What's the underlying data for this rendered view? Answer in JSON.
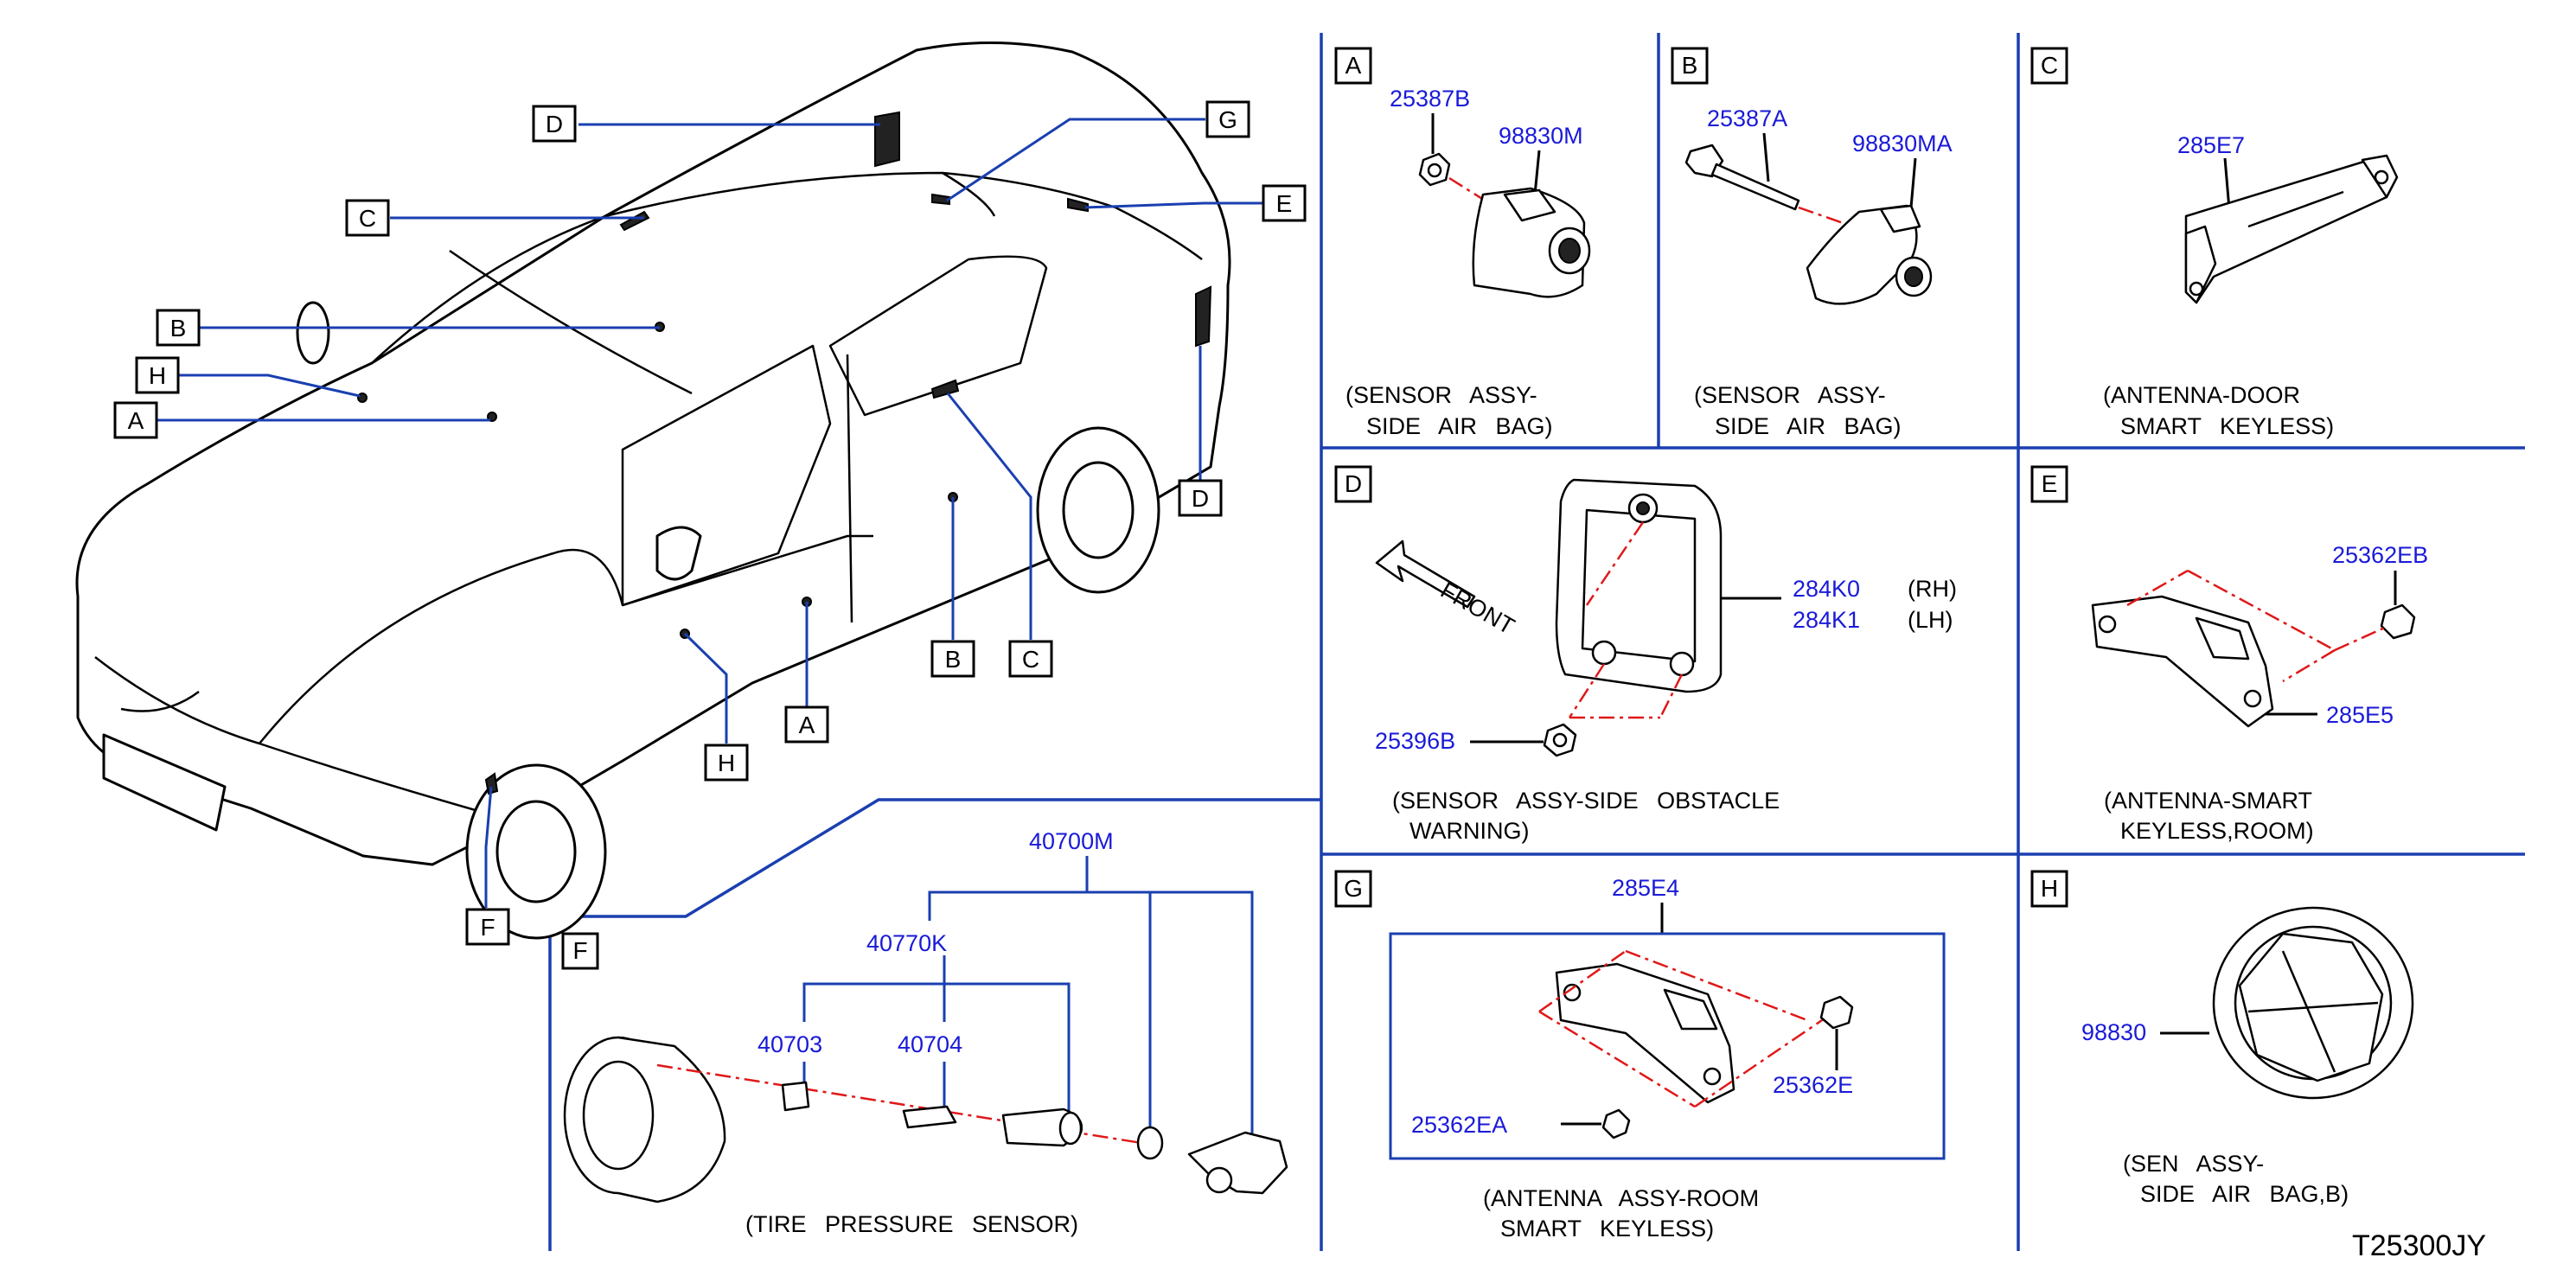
{
  "callouts": {
    "a": "A",
    "b": "B",
    "c": "C",
    "d": "D",
    "e": "E",
    "f": "F",
    "g": "G",
    "h": "H"
  },
  "panels": {
    "A": {
      "letter": "A",
      "parts": [
        "25387B",
        "98830M"
      ],
      "caption": [
        "(SENSOR ASSY-",
        "SIDE AIR BAG)"
      ]
    },
    "B": {
      "letter": "B",
      "parts": [
        "25387A",
        "98830MA"
      ],
      "caption": [
        "(SENSOR ASSY-",
        "SIDE AIR BAG)"
      ]
    },
    "C": {
      "letter": "C",
      "parts": [
        "285E7"
      ],
      "caption": [
        "(ANTENNA-DOOR",
        "SMART KEYLESS)"
      ]
    },
    "D": {
      "letter": "D",
      "parts": [
        "284K0",
        "284K1",
        "25396B"
      ],
      "sides": [
        "(RH)",
        "(LH)"
      ],
      "front": "FRONT",
      "caption": [
        "(SENSOR ASSY-SIDE OBSTACLE",
        "WARNING)"
      ]
    },
    "E": {
      "letter": "E",
      "parts": [
        "25362EB",
        "285E5"
      ],
      "caption": [
        "(ANTENNA-SMART",
        "KEYLESS,ROOM)"
      ]
    },
    "F": {
      "letter": "F",
      "parts": [
        "40700M",
        "40770K",
        "40703",
        "40704"
      ],
      "caption": [
        "(TIRE PRESSURE SENSOR)"
      ]
    },
    "G": {
      "letter": "G",
      "parts": [
        "285E4",
        "25362E",
        "25362EA"
      ],
      "caption": [
        "(ANTENNA ASSY-ROOM",
        "SMART KEYLESS)"
      ]
    },
    "H": {
      "letter": "H",
      "parts": [
        "98830"
      ],
      "caption": [
        "(SEN ASSY-",
        "SIDE AIR BAG,B)"
      ]
    }
  },
  "diagram_code": "T25300JY",
  "colors": {
    "part_number": "#1a1ad8",
    "divider": "#1a3fb0",
    "dashed": "#e01818"
  }
}
